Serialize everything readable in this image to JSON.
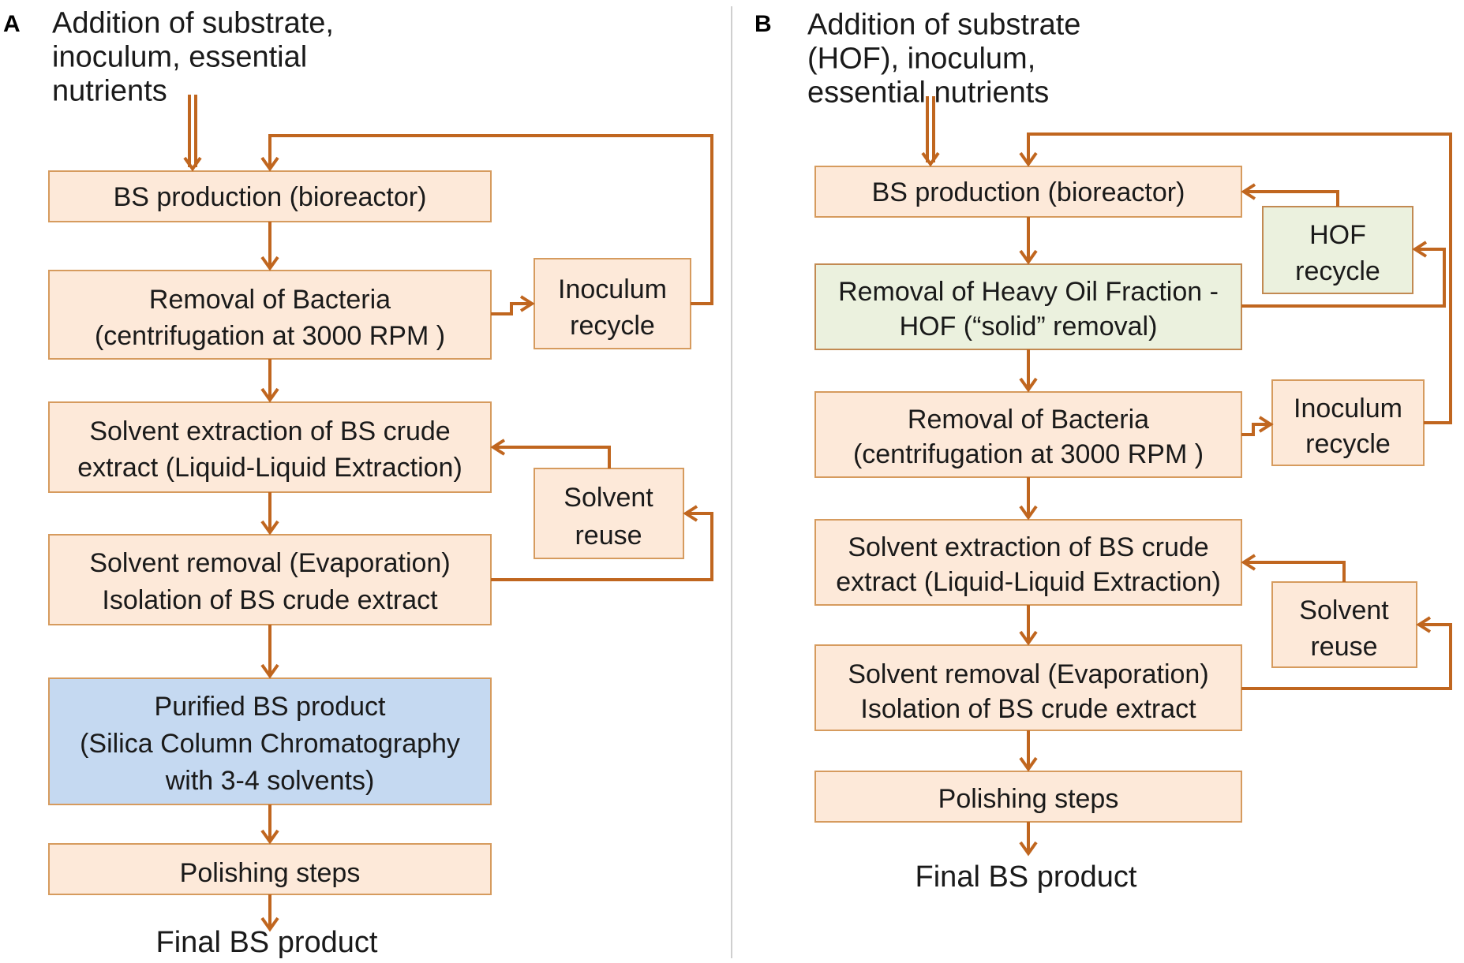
{
  "panel_a": {
    "label": "A",
    "input": [
      "Addition of substrate,",
      "inoculum, essential",
      "nutrients"
    ],
    "steps": {
      "production": [
        "BS production (bioreactor)"
      ],
      "bacteria_removal": [
        "Removal of Bacteria",
        "(centrifugation at 3000 RPM )"
      ],
      "solvent_extraction": [
        "Solvent extraction of BS crude",
        "extract (Liquid-Liquid Extraction)"
      ],
      "solvent_removal": [
        "Solvent removal (Evaporation)",
        "Isolation of BS crude extract"
      ],
      "purified": [
        "Purified BS product",
        "(Silica Column Chromatography",
        "with 3-4 solvents)"
      ],
      "polishing": [
        "Polishing steps"
      ]
    },
    "side": {
      "inoculum_recycle": [
        "Inoculum",
        "recycle"
      ],
      "solvent_reuse": [
        "Solvent",
        "reuse"
      ]
    },
    "output": "Final BS product"
  },
  "panel_b": {
    "label": "B",
    "input": [
      "Addition of substrate",
      "(HOF), inoculum,",
      "essential nutrients"
    ],
    "steps": {
      "production": [
        "BS production (bioreactor)"
      ],
      "hof_removal": [
        "Removal of Heavy Oil Fraction -",
        "HOF (“solid” removal)"
      ],
      "bacteria_removal": [
        "Removal of Bacteria",
        "(centrifugation at 3000 RPM )"
      ],
      "solvent_extraction": [
        "Solvent extraction of BS crude",
        "extract (Liquid-Liquid Extraction)"
      ],
      "solvent_removal": [
        "Solvent removal (Evaporation)",
        "Isolation of BS crude extract"
      ],
      "polishing": [
        "Polishing steps"
      ]
    },
    "side": {
      "hof_recycle": [
        "HOF",
        "recycle"
      ],
      "inoculum_recycle": [
        "Inoculum",
        "recycle"
      ],
      "solvent_reuse": [
        "Solvent",
        "reuse"
      ]
    },
    "output": "Final BS product"
  },
  "colors": {
    "box_fill_orange": "#fde9d9",
    "box_fill_green": "#ebf1de",
    "box_fill_blue": "#c5d9f1",
    "box_border": "#d69b5e",
    "arrow": "#c0661f"
  }
}
